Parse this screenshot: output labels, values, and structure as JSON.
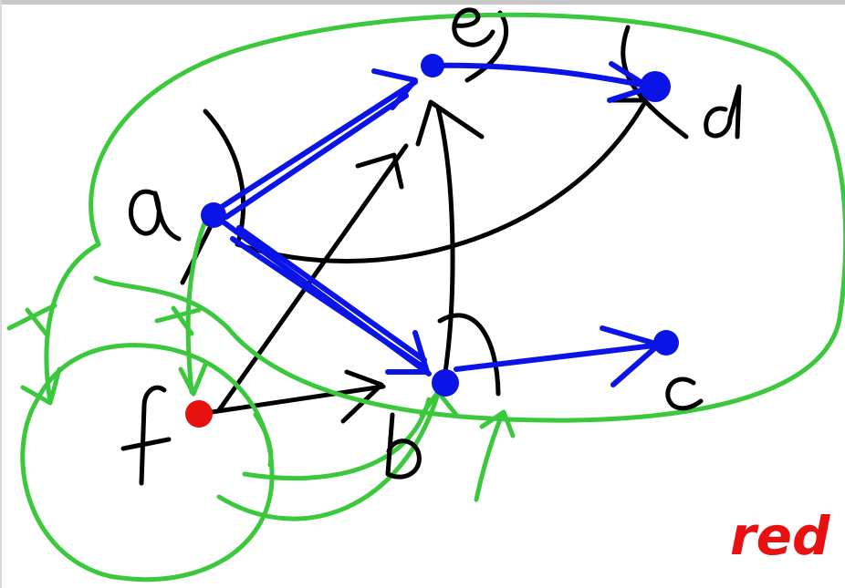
{
  "nodes": {
    "a": {
      "label": "a",
      "color": "#0a14e6"
    },
    "b": {
      "label": "b",
      "color": "#0a14e6"
    },
    "c": {
      "label": "c",
      "color": "#0a14e6"
    },
    "d": {
      "label": "d",
      "color": "#0a14e6"
    },
    "e": {
      "label": "e",
      "color": "#0a14e6"
    },
    "f": {
      "label": "f",
      "color": "#e61010"
    }
  },
  "annotation": {
    "text": "red",
    "color": "#e81010"
  },
  "colors": {
    "ink": "#000000",
    "highlight": "#0a14e6",
    "cut": "#3cc83c",
    "root": "#e61010"
  }
}
